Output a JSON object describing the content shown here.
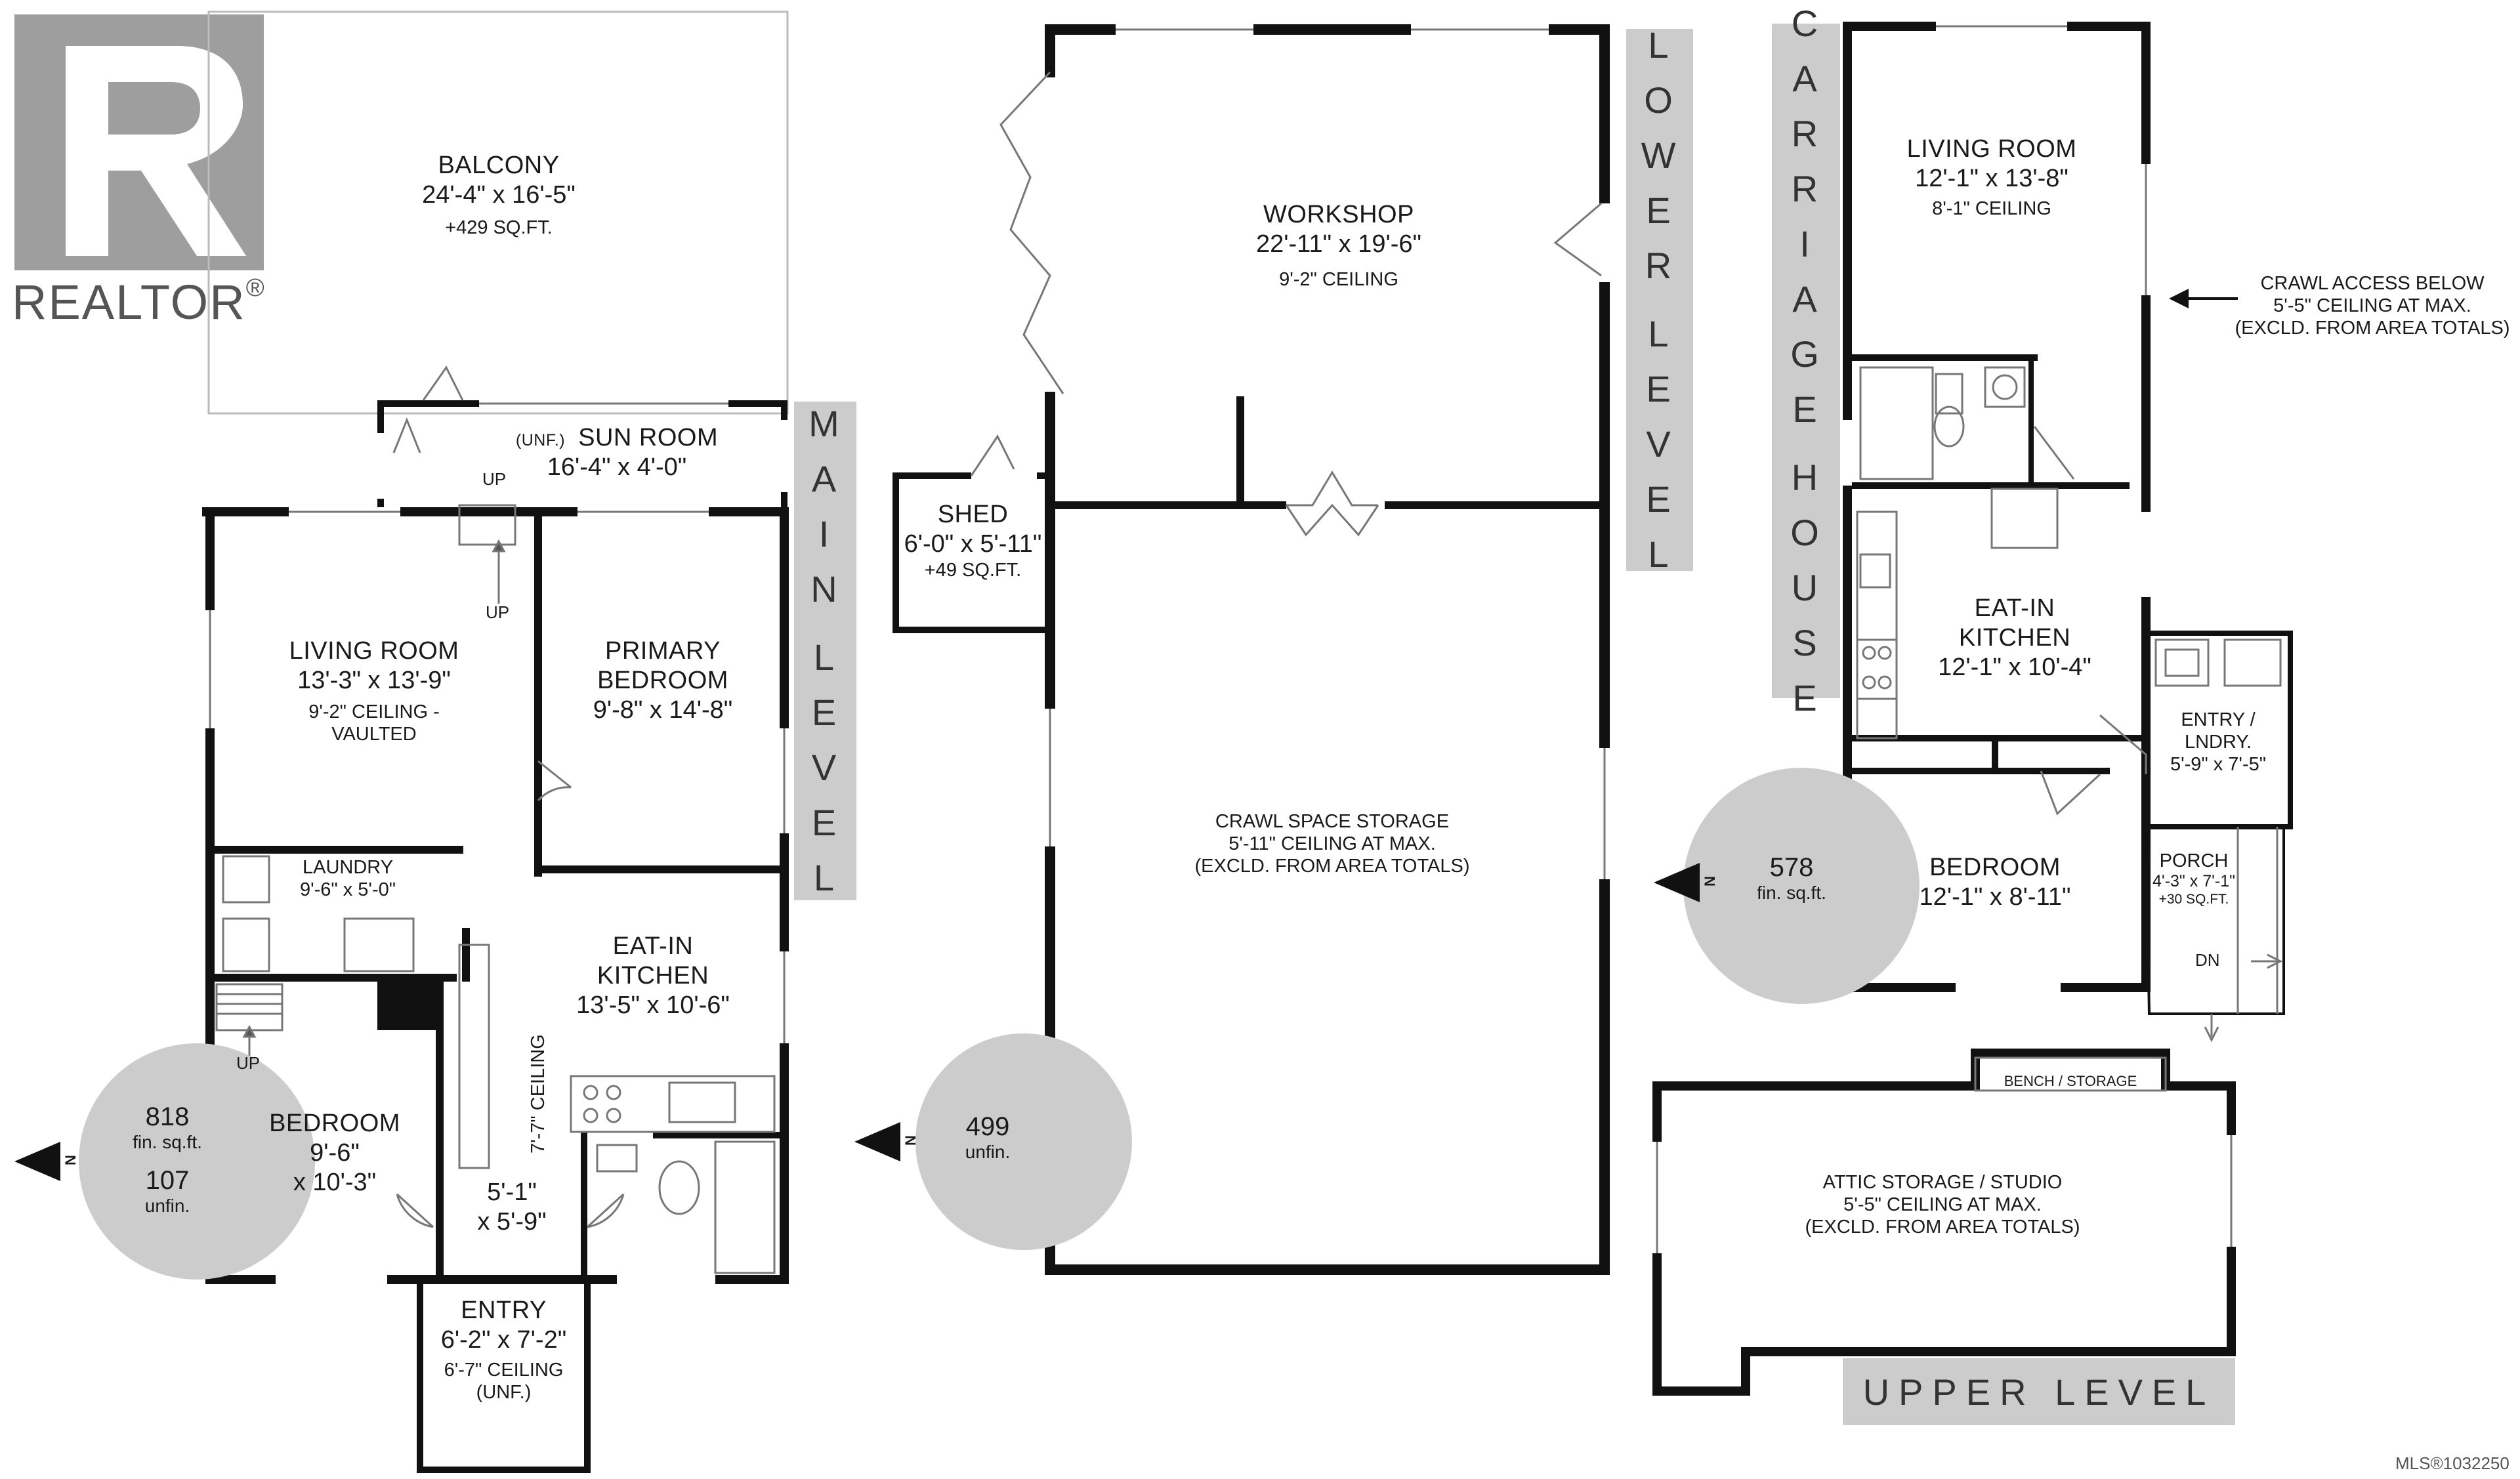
{
  "colors": {
    "wall": "#111111",
    "banner": "#cccccc",
    "circle": "#cccccc",
    "logo": "#9e9e9e"
  },
  "icons": [
    "realtor-logo-icon",
    "north-arrow-icon",
    "crawl-access-arrow-icon"
  ],
  "brand": {
    "name": "REALTOR",
    "mark": "®"
  },
  "mls": "MLS®1032250",
  "levels": {
    "main": {
      "label": "MAIN LEVEL"
    },
    "lower": {
      "label": "LOWER LEVEL"
    },
    "carriage": {
      "label": "CARRIAGE HOUSE"
    },
    "upper": {
      "label": "UPPER LEVEL"
    }
  },
  "main_totals": {
    "finished": "818",
    "finished_unit": "fin. sq.ft.",
    "unfinished": "107",
    "unfinished_unit": "unfin."
  },
  "lower_totals": {
    "unfinished": "499",
    "unfinished_unit": "unfin."
  },
  "carriage_totals": {
    "finished": "578",
    "finished_unit": "fin. sq.ft."
  },
  "north": "N",
  "rooms": {
    "balcony": {
      "name": "BALCONY",
      "dim": "24'-4\" x 16'-5\"",
      "note": "+429 SQ.FT."
    },
    "sun_room": {
      "tag": "(UNF.)",
      "name": "SUN ROOM",
      "dim": "16'-4\" x 4'-0\""
    },
    "living_main": {
      "name": "LIVING ROOM",
      "dim": "13'-3\" x 13'-9\"",
      "note1": "9'-2\" CEILING -",
      "note2": "VAULTED"
    },
    "primary_bedroom": {
      "name1": "PRIMARY",
      "name2": "BEDROOM",
      "dim": "9'-8\" x 14'-8\""
    },
    "laundry": {
      "name": "LAUNDRY",
      "dim": "9'-6\" x 5'-0\""
    },
    "kitchen_main": {
      "name1": "EAT-IN",
      "name2": "KITCHEN",
      "dim": "13'-5\" x 10'-6\""
    },
    "ceiling_hall": {
      "note": "7'-7\" CEILING"
    },
    "bedroom_main": {
      "name": "BEDROOM",
      "dim1": "9'-6\"",
      "dim2": "x 10'-3\""
    },
    "hall": {
      "dim1": "5'-1\"",
      "dim2": "x 5'-9\""
    },
    "entry_main": {
      "name": "ENTRY",
      "dim": "6'-2\" x 7'-2\"",
      "note1": "6'-7\" CEILING",
      "note2": "(UNF.)"
    },
    "workshop": {
      "name": "WORKSHOP",
      "dim": "22'-11\" x 19'-6\"",
      "note": "9'-2\" CEILING"
    },
    "shed": {
      "name": "SHED",
      "dim": "6'-0\" x 5'-11\"",
      "note": "+49 SQ.FT."
    },
    "crawl_storage": {
      "line1": "CRAWL SPACE STORAGE",
      "line2": "5'-11\" CEILING AT MAX.",
      "line3": "(EXCLD. FROM AREA TOTALS)"
    },
    "living_carriage": {
      "name": "LIVING ROOM",
      "dim": "12'-1\" x 13'-8\"",
      "note": "8'-1\" CEILING"
    },
    "crawl_access": {
      "line1": "CRAWL ACCESS BELOW",
      "line2": "5'-5\" CEILING AT MAX.",
      "line3": "(EXCLD. FROM AREA TOTALS)"
    },
    "kitchen_carriage": {
      "name1": "EAT-IN",
      "name2": "KITCHEN",
      "dim": "12'-1\" x 10'-4\""
    },
    "entry_laundry": {
      "name1": "ENTRY /",
      "name2": "LNDRY.",
      "dim": "5'-9\" x 7'-5\""
    },
    "bedroom_carriage": {
      "name": "BEDROOM",
      "dim": "12'-1\" x 8'-11\""
    },
    "porch": {
      "name": "PORCH",
      "dim": "4'-3\" x 7'-1\"",
      "note": "+30 SQ.FT."
    },
    "bench": {
      "name": "BENCH / STORAGE"
    },
    "attic": {
      "line1": "ATTIC STORAGE / STUDIO",
      "line2": "5'-5\" CEILING AT MAX.",
      "line3": "(EXCLD. FROM AREA TOTALS)"
    }
  },
  "stairs": {
    "up": "UP",
    "dn": "DN"
  }
}
